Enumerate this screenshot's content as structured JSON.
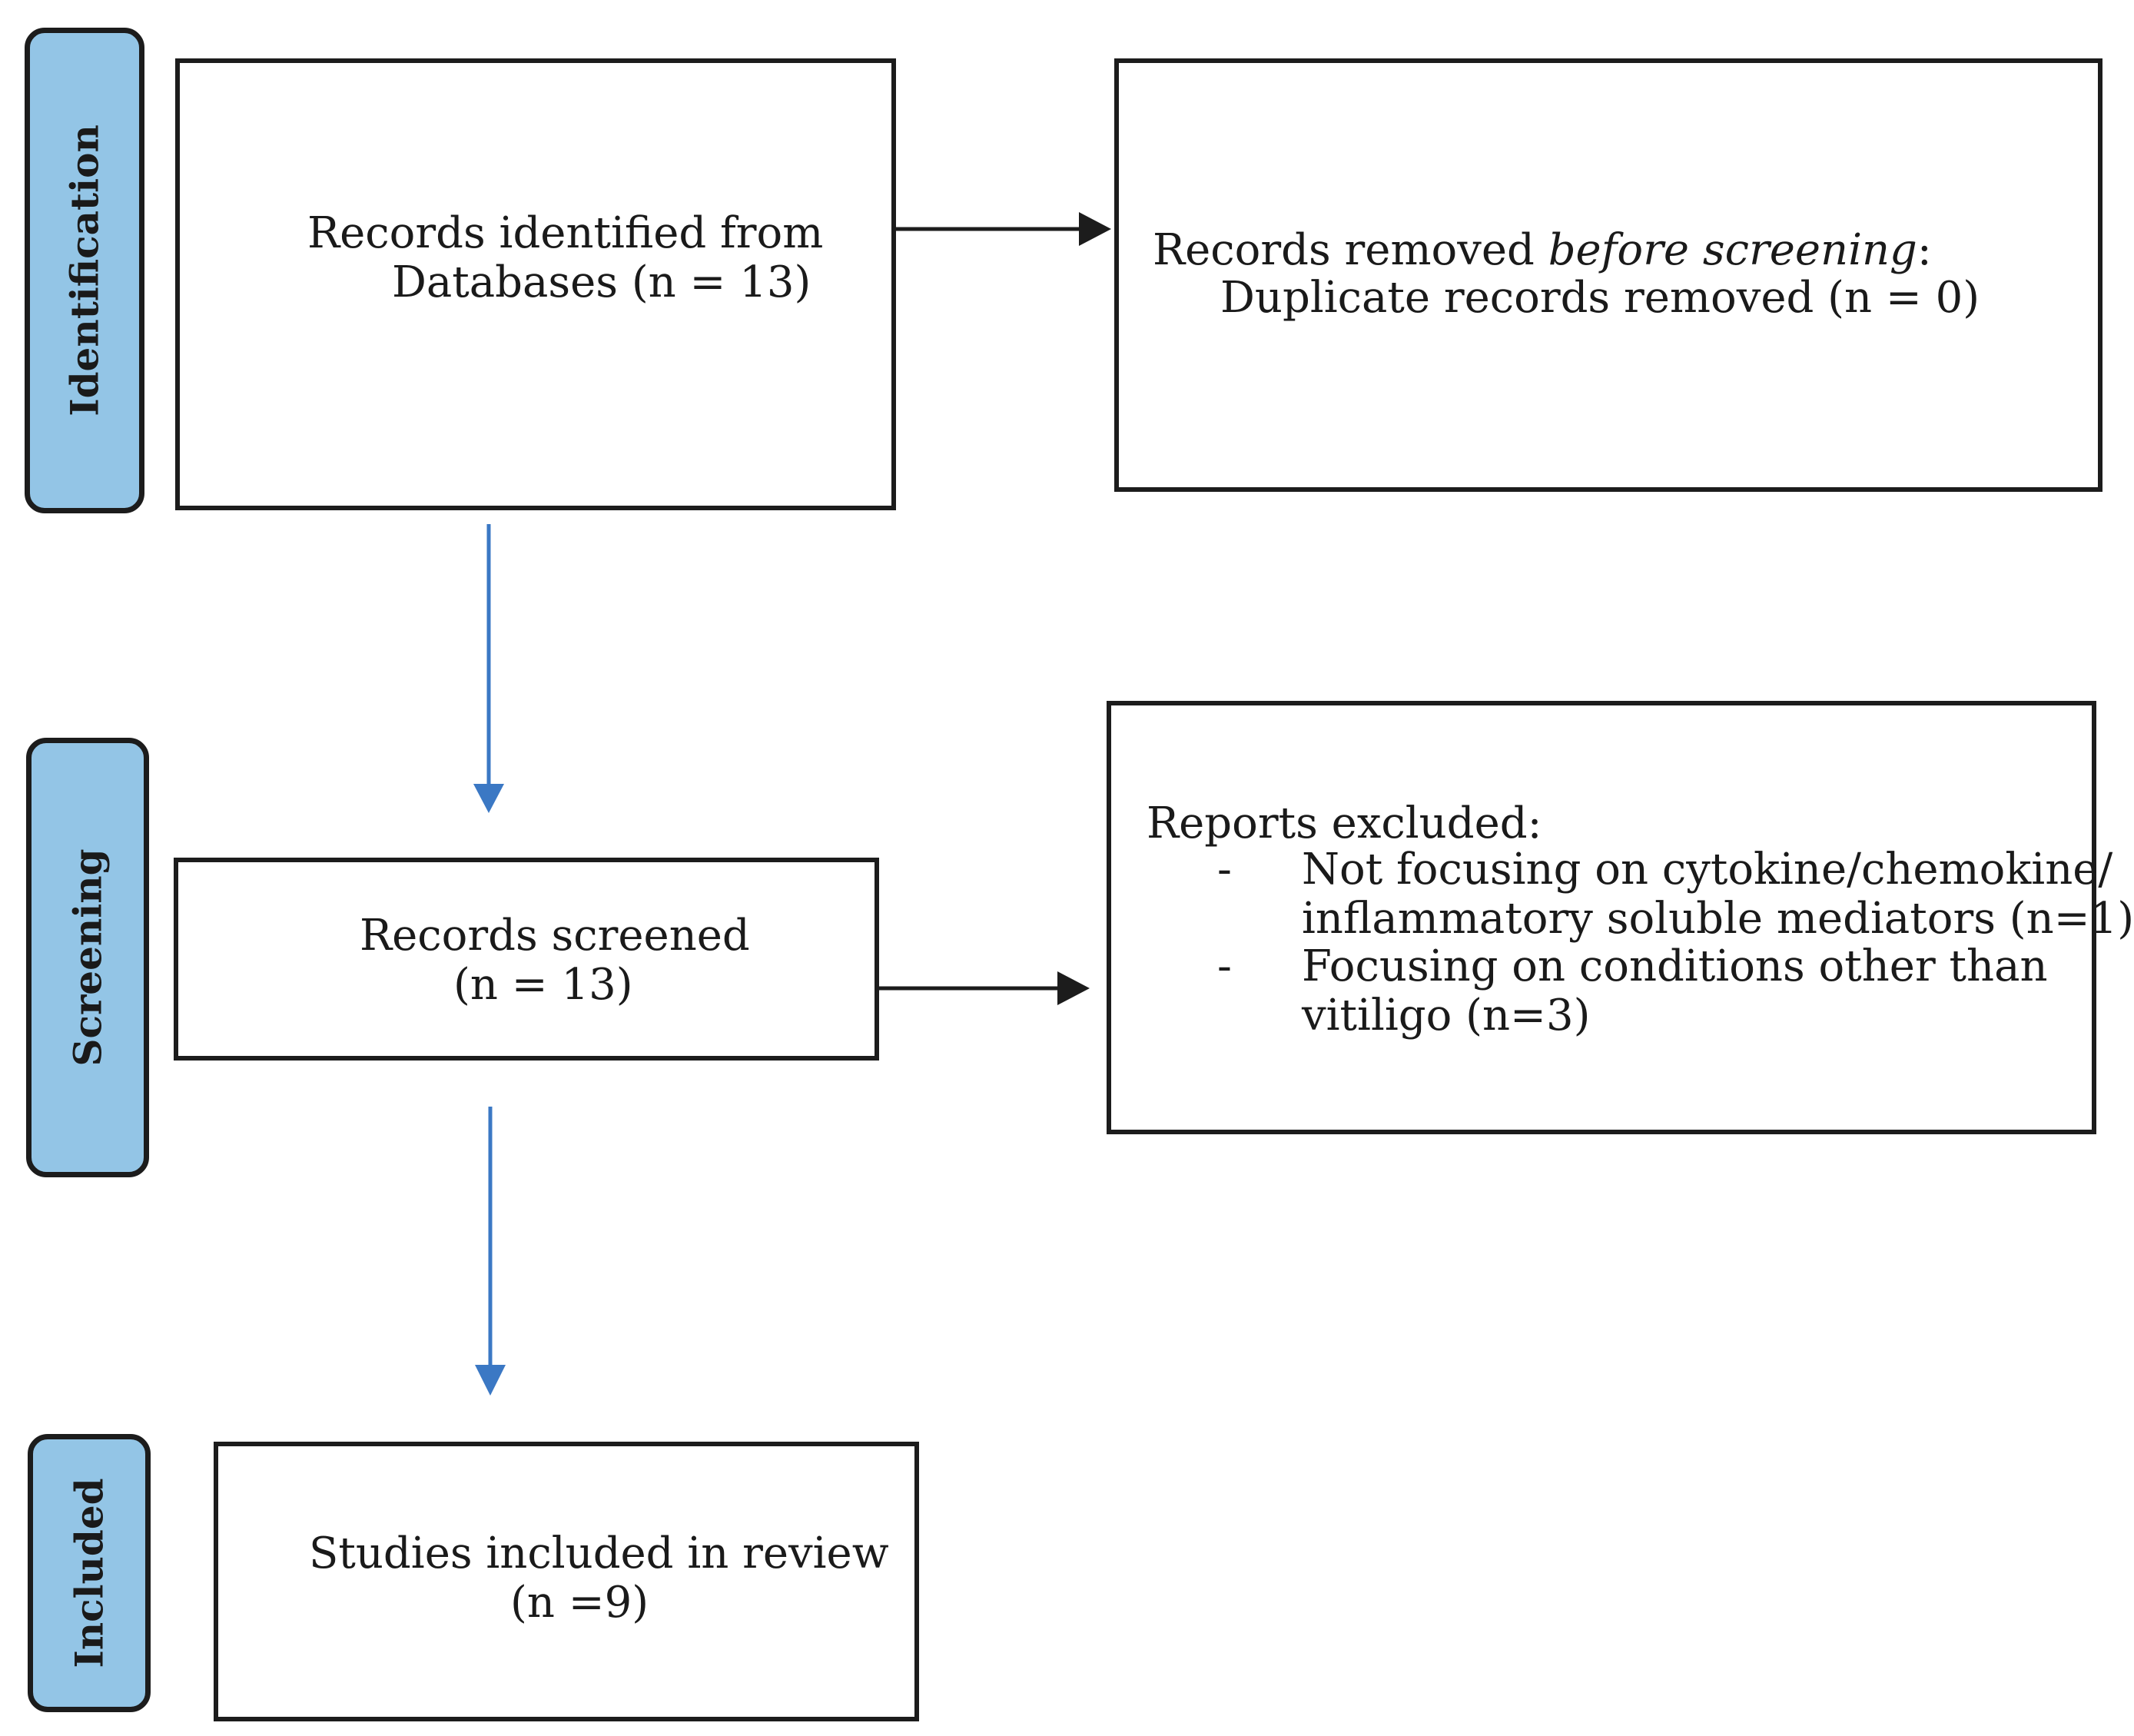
{
  "phases": {
    "identification": "Identification",
    "screening": "Screening",
    "included": "Included"
  },
  "identification": {
    "records_identified_line1": "Records identified from",
    "records_identified_line2": "Databases (n = 13)",
    "removed_prefix": "Records removed ",
    "removed_emphasis": "before screening",
    "removed_suffix": ":",
    "removed_detail": "Duplicate records removed (n = 0)"
  },
  "screening": {
    "screened_line1": "Records screened",
    "screened_line2": "(n = 13)",
    "excluded_title": "Reports excluded:",
    "exclusions": [
      {
        "bullet": "-",
        "line1": "Not focusing on cytokine/chemokine/",
        "line2": "inflammatory soluble mediators (n=1)"
      },
      {
        "bullet": "-",
        "line1": "Focusing on conditions other than",
        "line2": "vitiligo (n=3)"
      }
    ]
  },
  "included": {
    "studies_line1": "Studies included in review",
    "studies_line2": "(n =9)"
  },
  "colors": {
    "phase_fill": "#93c5e6",
    "flow_arrow": "#3b78c4",
    "side_arrow": "#1c1c1c"
  }
}
